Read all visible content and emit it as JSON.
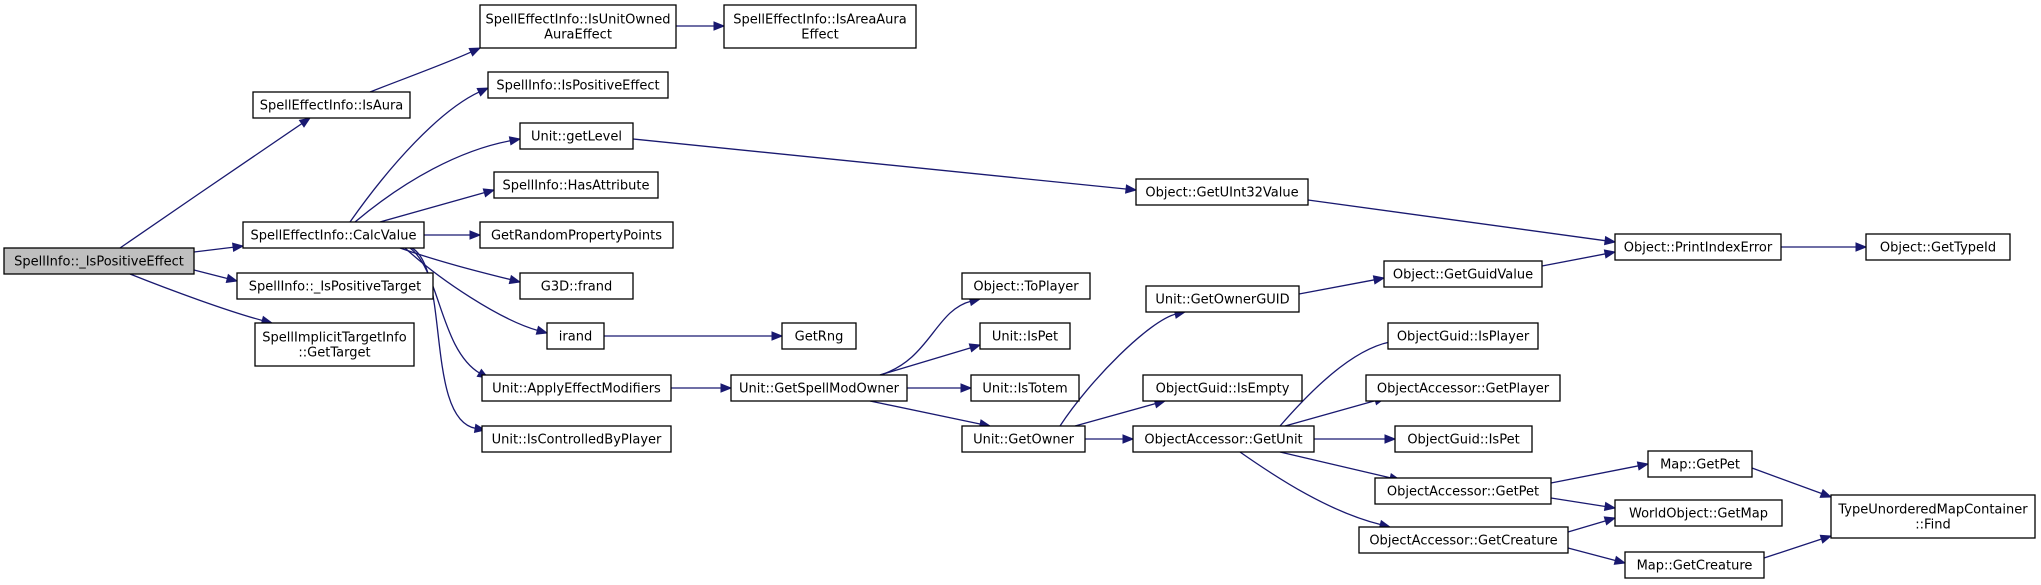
{
  "graph": {
    "root": "spellinfo-ispositiveeffect-private",
    "nodes": [
      {
        "id": "spellinfo-ispositiveeffect-private",
        "lines": [
          "SpellInfo::_IsPositiveEffect"
        ],
        "root": true
      },
      {
        "id": "spelleffectinfo-isaura",
        "lines": [
          "SpellEffectInfo::IsAura"
        ]
      },
      {
        "id": "spelleffectinfo-isunitownedauraeffect",
        "lines": [
          "SpellEffectInfo::IsUnitOwned",
          "AuraEffect"
        ]
      },
      {
        "id": "spelleffectinfo-isareaauraeffect",
        "lines": [
          "SpellEffectInfo::IsAreaAura",
          "Effect"
        ]
      },
      {
        "id": "spelleffectinfo-calcvalue",
        "lines": [
          "SpellEffectInfo::CalcValue"
        ]
      },
      {
        "id": "spellinfo-ispositiveeffect",
        "lines": [
          "SpellInfo::IsPositiveEffect"
        ]
      },
      {
        "id": "unit-getlevel",
        "lines": [
          "Unit::getLevel"
        ]
      },
      {
        "id": "spellinfo-hasattribute",
        "lines": [
          "SpellInfo::HasAttribute"
        ]
      },
      {
        "id": "getrandompropertypoints",
        "lines": [
          "GetRandomPropertyPoints"
        ]
      },
      {
        "id": "g3d-frand",
        "lines": [
          "G3D::frand"
        ]
      },
      {
        "id": "irand",
        "lines": [
          "irand"
        ]
      },
      {
        "id": "getrng",
        "lines": [
          "GetRng"
        ]
      },
      {
        "id": "unit-applyeffectmodifiers",
        "lines": [
          "Unit::ApplyEffectModifiers"
        ]
      },
      {
        "id": "unit-iscontrolledbyplayer",
        "lines": [
          "Unit::IsControlledByPlayer"
        ]
      },
      {
        "id": "spellinfo-ispositivetarget",
        "lines": [
          "SpellInfo::_IsPositiveTarget"
        ]
      },
      {
        "id": "spellimplicittargetinfo-gettarget",
        "lines": [
          "SpellImplicitTargetInfo",
          "::GetTarget"
        ]
      },
      {
        "id": "unit-getspellmodowner",
        "lines": [
          "Unit::GetSpellModOwner"
        ]
      },
      {
        "id": "object-toplayer",
        "lines": [
          "Object::ToPlayer"
        ]
      },
      {
        "id": "unit-ispet",
        "lines": [
          "Unit::IsPet"
        ]
      },
      {
        "id": "unit-istotem",
        "lines": [
          "Unit::IsTotem"
        ]
      },
      {
        "id": "unit-getowner",
        "lines": [
          "Unit::GetOwner"
        ]
      },
      {
        "id": "unit-getownerguid",
        "lines": [
          "Unit::GetOwnerGUID"
        ]
      },
      {
        "id": "objectguid-isempty",
        "lines": [
          "ObjectGuid::IsEmpty"
        ]
      },
      {
        "id": "objectaccessor-getunit",
        "lines": [
          "ObjectAccessor::GetUnit"
        ]
      },
      {
        "id": "object-getuint32value",
        "lines": [
          "Object::GetUInt32Value"
        ]
      },
      {
        "id": "object-getguidvalue",
        "lines": [
          "Object::GetGuidValue"
        ]
      },
      {
        "id": "objectguid-isplayer",
        "lines": [
          "ObjectGuid::IsPlayer"
        ]
      },
      {
        "id": "objectaccessor-getplayer",
        "lines": [
          "ObjectAccessor::GetPlayer"
        ]
      },
      {
        "id": "objectguid-ispet",
        "lines": [
          "ObjectGuid::IsPet"
        ]
      },
      {
        "id": "objectaccessor-getpet",
        "lines": [
          "ObjectAccessor::GetPet"
        ]
      },
      {
        "id": "objectaccessor-getcreature",
        "lines": [
          "ObjectAccessor::GetCreature"
        ]
      },
      {
        "id": "object-printindexerror",
        "lines": [
          "Object::PrintIndexError"
        ]
      },
      {
        "id": "object-gettypeid",
        "lines": [
          "Object::GetTypeId"
        ]
      },
      {
        "id": "map-getpet",
        "lines": [
          "Map::GetPet"
        ]
      },
      {
        "id": "worldobject-getmap",
        "lines": [
          "WorldObject::GetMap"
        ]
      },
      {
        "id": "map-getcreature",
        "lines": [
          "Map::GetCreature"
        ]
      },
      {
        "id": "typeunorderedmapcontainer-find",
        "lines": [
          "TypeUnorderedMapContainer",
          "::Find"
        ]
      }
    ],
    "edges": [
      {
        "from": "spellinfo-ispositiveeffect-private",
        "to": "spelleffectinfo-isaura"
      },
      {
        "from": "spellinfo-ispositiveeffect-private",
        "to": "spelleffectinfo-calcvalue"
      },
      {
        "from": "spellinfo-ispositiveeffect-private",
        "to": "spellinfo-ispositivetarget"
      },
      {
        "from": "spellinfo-ispositiveeffect-private",
        "to": "spellimplicittargetinfo-gettarget"
      },
      {
        "from": "spelleffectinfo-isaura",
        "to": "spelleffectinfo-isunitownedauraeffect"
      },
      {
        "from": "spelleffectinfo-isunitownedauraeffect",
        "to": "spelleffectinfo-isareaauraeffect"
      },
      {
        "from": "spelleffectinfo-calcvalue",
        "to": "spellinfo-ispositiveeffect"
      },
      {
        "from": "spelleffectinfo-calcvalue",
        "to": "unit-getlevel"
      },
      {
        "from": "spelleffectinfo-calcvalue",
        "to": "spellinfo-hasattribute"
      },
      {
        "from": "spelleffectinfo-calcvalue",
        "to": "getrandompropertypoints"
      },
      {
        "from": "spelleffectinfo-calcvalue",
        "to": "g3d-frand"
      },
      {
        "from": "spelleffectinfo-calcvalue",
        "to": "irand"
      },
      {
        "from": "spelleffectinfo-calcvalue",
        "to": "unit-applyeffectmodifiers"
      },
      {
        "from": "spelleffectinfo-calcvalue",
        "to": "unit-iscontrolledbyplayer"
      },
      {
        "from": "unit-getlevel",
        "to": "object-getuint32value"
      },
      {
        "from": "irand",
        "to": "getrng"
      },
      {
        "from": "unit-applyeffectmodifiers",
        "to": "unit-getspellmodowner"
      },
      {
        "from": "unit-getspellmodowner",
        "to": "object-toplayer"
      },
      {
        "from": "unit-getspellmodowner",
        "to": "unit-ispet"
      },
      {
        "from": "unit-getspellmodowner",
        "to": "unit-istotem"
      },
      {
        "from": "unit-getspellmodowner",
        "to": "unit-getowner"
      },
      {
        "from": "unit-getowner",
        "to": "unit-getownerguid"
      },
      {
        "from": "unit-getowner",
        "to": "objectguid-isempty"
      },
      {
        "from": "unit-getowner",
        "to": "objectaccessor-getunit"
      },
      {
        "from": "unit-getownerguid",
        "to": "object-getguidvalue"
      },
      {
        "from": "objectaccessor-getunit",
        "to": "objectguid-isplayer"
      },
      {
        "from": "objectaccessor-getunit",
        "to": "objectaccessor-getplayer"
      },
      {
        "from": "objectaccessor-getunit",
        "to": "objectguid-ispet"
      },
      {
        "from": "objectaccessor-getunit",
        "to": "objectaccessor-getpet"
      },
      {
        "from": "objectaccessor-getunit",
        "to": "objectaccessor-getcreature"
      },
      {
        "from": "object-getuint32value",
        "to": "object-printindexerror"
      },
      {
        "from": "object-getguidvalue",
        "to": "object-printindexerror"
      },
      {
        "from": "object-printindexerror",
        "to": "object-gettypeid"
      },
      {
        "from": "objectaccessor-getpet",
        "to": "map-getpet"
      },
      {
        "from": "objectaccessor-getpet",
        "to": "worldobject-getmap"
      },
      {
        "from": "objectaccessor-getcreature",
        "to": "worldobject-getmap"
      },
      {
        "from": "objectaccessor-getcreature",
        "to": "map-getcreature"
      },
      {
        "from": "map-getpet",
        "to": "typeunorderedmapcontainer-find"
      },
      {
        "from": "map-getcreature",
        "to": "typeunorderedmapcontainer-find"
      }
    ]
  }
}
